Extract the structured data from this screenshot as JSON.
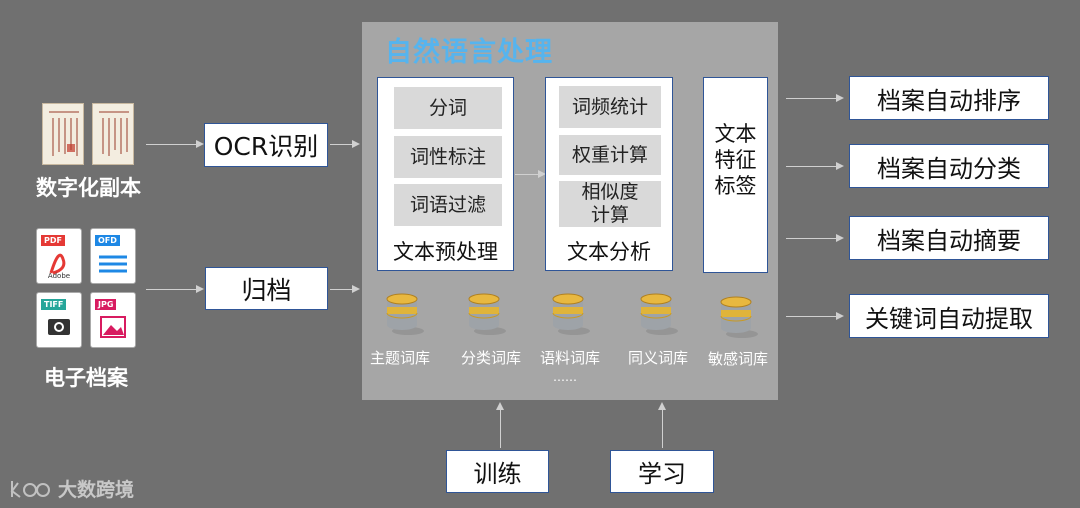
{
  "inputs": {
    "digitized_label": "数字化副本",
    "electronic_label": "电子档案",
    "ocr_label": "OCR识别",
    "archive_label": "归档",
    "file_icons": [
      {
        "name": "pdf-icon",
        "tag": "PDF",
        "sub": "Adobe",
        "color": "#e53935"
      },
      {
        "name": "ofd-icon",
        "tag": "OFD",
        "sub": "",
        "color": "#1e88e5"
      },
      {
        "name": "tiff-icon",
        "tag": "TIFF",
        "sub": "",
        "color": "#26a69a"
      },
      {
        "name": "jpg-icon",
        "tag": "JPG",
        "sub": "",
        "color": "#d81b60"
      }
    ]
  },
  "nlp": {
    "title": "自然语言处理",
    "preprocess": {
      "items": [
        "分词",
        "词性标注",
        "词语过滤"
      ],
      "caption": "文本预处理"
    },
    "analysis": {
      "items": [
        "词频统计",
        "权重计算",
        "相似度计算"
      ],
      "caption": "文本分析"
    },
    "feature": "文本特征标签",
    "libraries": [
      "主题词库",
      "分类词库",
      "语料词库",
      "同义词库",
      "敏感词库"
    ],
    "ellipsis": "……"
  },
  "outputs": [
    "档案自动排序",
    "档案自动分类",
    "档案自动摘要",
    "关键词自动提取"
  ],
  "bottom": {
    "train": "训练",
    "learn": "学习"
  },
  "watermark": "大数跨境",
  "colors": {
    "background": "#707070",
    "panel": "#a6a6a6",
    "title": "#56b4ee",
    "border": "#2f5597"
  }
}
